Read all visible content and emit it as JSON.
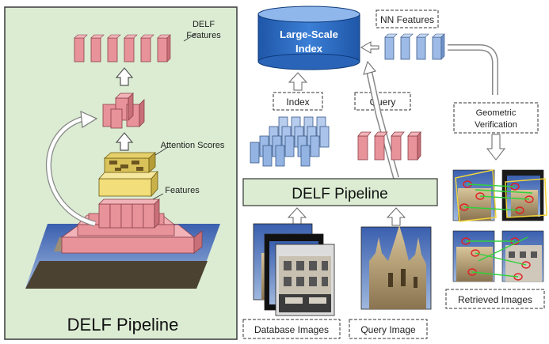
{
  "left_panel": {
    "title": "DELF Pipeline",
    "label_delf_features_line1": "DELF",
    "label_delf_features_line2": "Features",
    "label_attention_scores": "Attention Scores",
    "label_features": "Features"
  },
  "right_panel": {
    "index_line1": "Large-Scale",
    "index_line2": "Index",
    "nn_features": "NN Features",
    "index_label": "Index",
    "query_label": "Query",
    "geometric_line1": "Geometric",
    "geometric_line2": "Verification",
    "pipeline": "DELF Pipeline",
    "database_images": "Database Images",
    "query_image": "Query Image",
    "retrieved_images": "Retrieved Images"
  },
  "colors": {
    "panel_bg": "#dbecd3",
    "feature_pink": "#e8929a",
    "feature_blue": "#9dbbe6",
    "index_blue": "#2f6fc8",
    "attention_yellow": "#f2de7a",
    "match_green": "#2fd13a",
    "keypoint_red": "#e02020"
  },
  "icons": [
    "up-arrow-icon",
    "down-arrow-icon",
    "curved-arrow-icon"
  ]
}
